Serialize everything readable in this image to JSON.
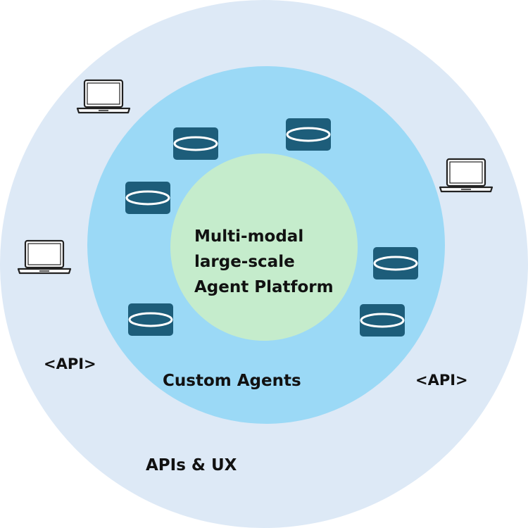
{
  "diagram": {
    "core_lines": [
      "Multi-modal",
      "large-scale",
      "Agent Platform"
    ],
    "middle_ring_label": "Custom Agents",
    "outer_ring_label": "APIs & UX",
    "api_labels": [
      "<API>",
      "<API>"
    ]
  },
  "colors": {
    "outer_ring": "#dde9f6",
    "middle_ring": "#9bd9f6",
    "inner_circle": "#c5eccc",
    "agent_tile": "#1d5d7a"
  },
  "icons": {
    "agent": "agent-module-icon",
    "client": "laptop-icon"
  }
}
